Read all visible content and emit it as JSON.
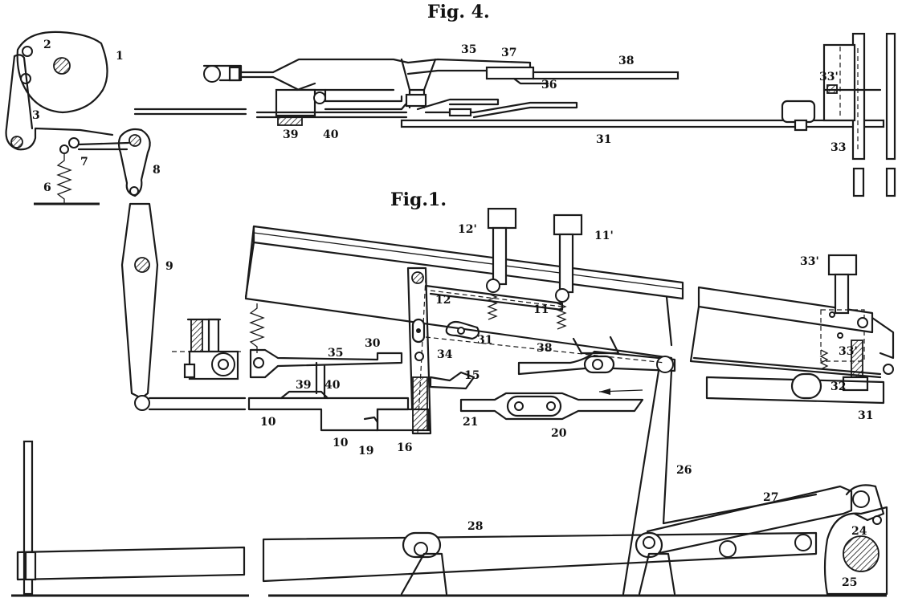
{
  "titles": {
    "fig4": "Fig. 4.",
    "fig1": "Fig.1."
  },
  "labels": {
    "l1": "1",
    "l2": "2",
    "l3": "3",
    "l6": "6",
    "l7": "7",
    "l8": "8",
    "l9": "9",
    "l10a": "10",
    "l10b": "10",
    "l11": "11",
    "l11p": "11'",
    "l12": "12",
    "l12p": "12'",
    "l15": "15",
    "l16": "16",
    "l19": "19",
    "l20": "20",
    "l21": "21",
    "l24": "24",
    "l25": "25",
    "l26": "26",
    "l27": "27",
    "l28": "28",
    "l30": "30",
    "l31a": "31",
    "l31b": "31",
    "l31c": "31",
    "l32": "32",
    "l33a": "33",
    "l33b": "33'",
    "l33c": "33'",
    "l33d": "33'",
    "l34": "34",
    "l35a": "35",
    "l35b": "35",
    "l36": "36",
    "l37": "37",
    "l38a": "38",
    "l38b": "38",
    "l39a": "39",
    "l39b": "39",
    "l40a": "40",
    "l40b": "40"
  }
}
